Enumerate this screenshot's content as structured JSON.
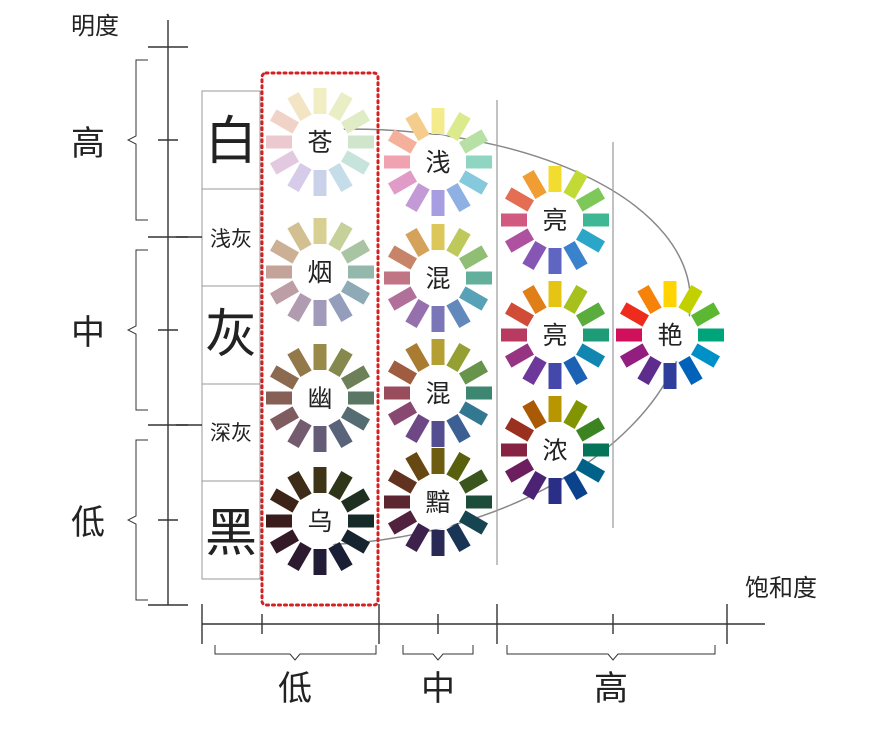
{
  "axis_labels": {
    "y": "明度",
    "x": "饱和度"
  },
  "brightness_levels": [
    "高",
    "中",
    "低"
  ],
  "saturation_levels": [
    "低",
    "中",
    "高"
  ],
  "gray_scale": [
    "白",
    "浅灰",
    "灰",
    "深灰",
    "黑"
  ],
  "wheels": [
    {
      "id": "cang",
      "label": "苍",
      "highlighted": true,
      "colors": [
        "#f2eec4",
        "#eaeec4",
        "#dfecc6",
        "#cfe6cc",
        "#c6e4dc",
        "#c4dde8",
        "#cad2ea",
        "#d6cbe8",
        "#e2c9e0",
        "#ecc9cf",
        "#f0d2c6",
        "#f3e4c4"
      ]
    },
    {
      "id": "yan",
      "label": "烟",
      "highlighted": true,
      "colors": [
        "#d8cf92",
        "#c6d09a",
        "#a9c4a2",
        "#95b8ac",
        "#8eaab6",
        "#949ebc",
        "#a19aba",
        "#b19bb0",
        "#bd9ea4",
        "#c4a49a",
        "#cbb096",
        "#d2c092"
      ]
    },
    {
      "id": "you",
      "label": "幽",
      "highlighted": true,
      "colors": [
        "#9a8a4a",
        "#86894d",
        "#6e8058",
        "#5a7764",
        "#556d72",
        "#596379",
        "#655d78",
        "#745b6e",
        "#7f5c60",
        "#865f56",
        "#8c6a50",
        "#93794a"
      ]
    },
    {
      "id": "wu",
      "label": "乌",
      "highlighted": true,
      "colors": [
        "#3e3418",
        "#2e3518",
        "#1f3020",
        "#162b28",
        "#162430",
        "#1a1f36",
        "#221c36",
        "#2c1a30",
        "#341a24",
        "#3a1c1c",
        "#3c2418",
        "#3e2c18"
      ]
    },
    {
      "id": "qian",
      "label": "浅",
      "highlighted": false,
      "colors": [
        "#f4ec8c",
        "#dcea8e",
        "#b6e0a4",
        "#8fd6c2",
        "#86c8dc",
        "#8eb0e2",
        "#a69ee0",
        "#c49ad6",
        "#e09cc6",
        "#f0a2b0",
        "#f4b09a",
        "#f4cc8c"
      ]
    },
    {
      "id": "hun1",
      "label": "混",
      "highlighted": false,
      "colors": [
        "#dcc85a",
        "#bdc95a",
        "#8fbe74",
        "#62b09c",
        "#58a2b8",
        "#6288bc",
        "#7a76b8",
        "#9670ac",
        "#b0709a",
        "#c07484",
        "#c88468",
        "#d4a25a"
      ]
    },
    {
      "id": "hun2",
      "label": "混",
      "highlighted": false,
      "colors": [
        "#b4a032",
        "#95a034",
        "#67944a",
        "#3c8672",
        "#327890",
        "#3c6094",
        "#544e90",
        "#6e4884",
        "#884872",
        "#984c5c",
        "#a05c40",
        "#aa7c32"
      ]
    },
    {
      "id": "an",
      "label": "黯",
      "highlighted": false,
      "colors": [
        "#6e5c10",
        "#58600e",
        "#3a561c",
        "#1c4c3a",
        "#164450",
        "#1a3456",
        "#2a2854",
        "#3e224c",
        "#50223e",
        "#5c2630",
        "#623220",
        "#684812"
      ]
    },
    {
      "id": "liang1",
      "label": "亮",
      "highlighted": false,
      "colors": [
        "#f2dc30",
        "#c2da36",
        "#7ec85a",
        "#3eb894",
        "#2ca6c8",
        "#3a82cc",
        "#5e66c2",
        "#8656b4",
        "#ae52a0",
        "#d05a80",
        "#e46e54",
        "#f09e34"
      ]
    },
    {
      "id": "liang2",
      "label": "亮",
      "highlighted": false,
      "colors": [
        "#e6c414",
        "#a6c01e",
        "#5aac3c",
        "#1e9c78",
        "#1086b0",
        "#1c62b4",
        "#4448aa",
        "#6c389a",
        "#963482",
        "#b83a60",
        "#d04c36",
        "#e07e18"
      ]
    },
    {
      "id": "nong",
      "label": "浓",
      "highlighted": false,
      "colors": [
        "#b89600",
        "#829400",
        "#3c8422",
        "#067458",
        "#006288",
        "#0a428c",
        "#2a2e86",
        "#4c2274",
        "#6c1e5e",
        "#862242",
        "#9a3020",
        "#aa5a04"
      ]
    },
    {
      "id": "yan2",
      "label": "艳",
      "highlighted": false,
      "colors": [
        "#ffd400",
        "#c2d000",
        "#5cb832",
        "#00a47a",
        "#0090c8",
        "#0062b8",
        "#2e3e9a",
        "#5e2c8c",
        "#941e80",
        "#d0105a",
        "#ee2c1e",
        "#f6820a"
      ]
    }
  ]
}
